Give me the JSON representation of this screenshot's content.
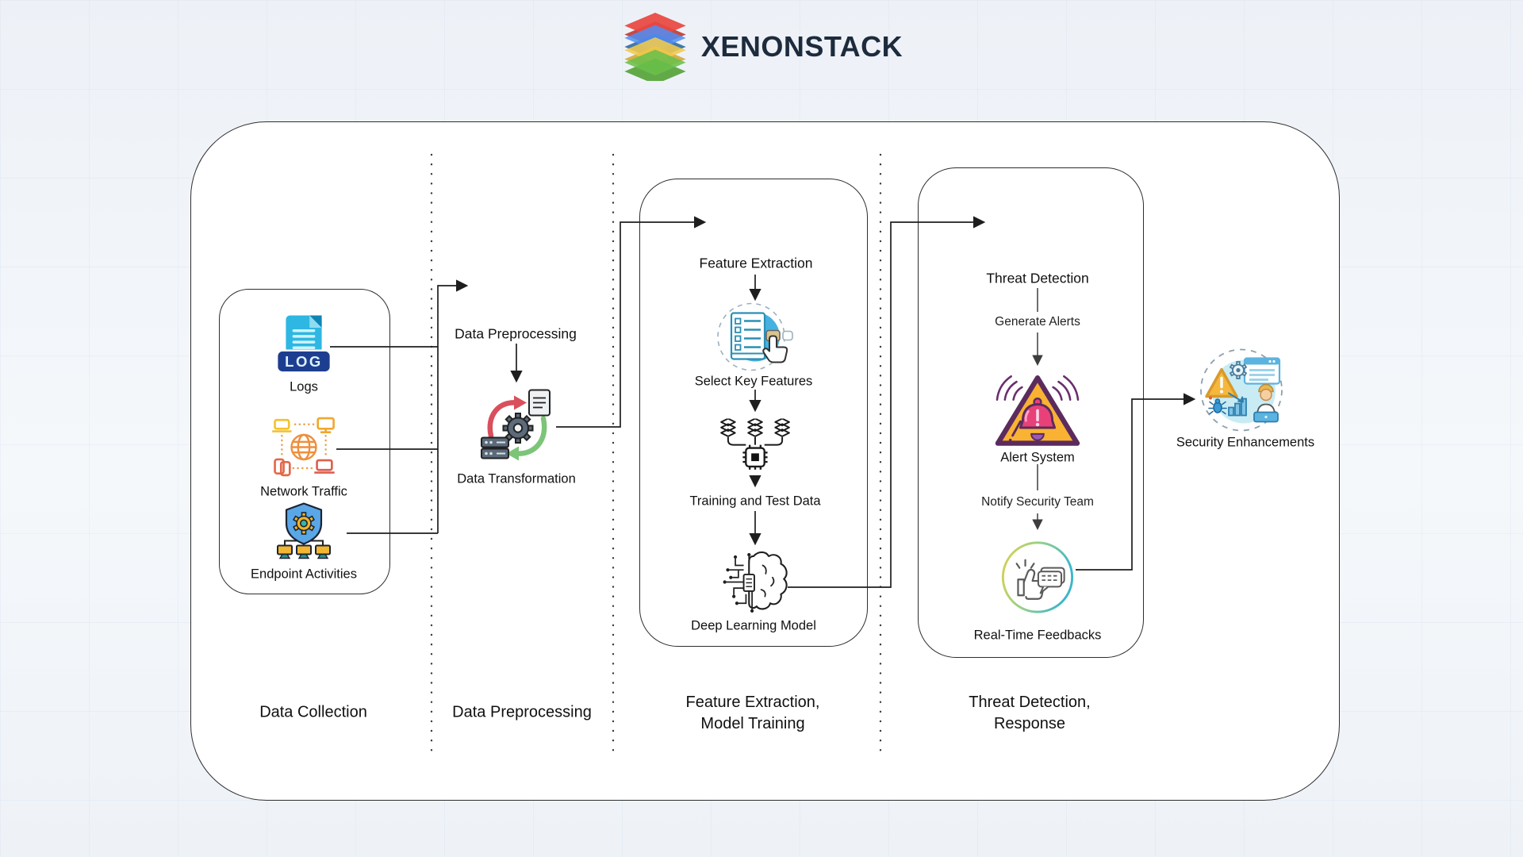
{
  "logo": {
    "brand": "XENONSTACK"
  },
  "diagram": {
    "data_collection": {
      "section_title": "Data Collection",
      "logs_label": "Logs",
      "log_badge": "LOG",
      "network_traffic_label": "Network Traffic",
      "endpoint_activities_label": "Endpoint Activities"
    },
    "data_preprocessing": {
      "section_title": "Data Preprocessing",
      "step_label": "Data Preprocessing",
      "data_transformation_label": "Data Transformation"
    },
    "feature_extraction": {
      "section_title_lines": [
        "Feature Extraction,",
        "Model Training"
      ],
      "feature_extraction_label": "Feature Extraction",
      "select_key_features_label": "Select Key Features",
      "training_test_data_label": "Training and Test Data",
      "deep_learning_model_label": "Deep Learning Model"
    },
    "threat_detection": {
      "section_title_lines": [
        "Threat Detection,",
        "Response"
      ],
      "threat_detection_label": "Threat Detection",
      "generate_alerts_label": "Generate Alerts",
      "alert_system_label": "Alert System",
      "notify_security_team_label": "Notify Security Team",
      "real_time_feedbacks_label": "Real-Time Feedbacks"
    },
    "output": {
      "security_enhancements_label": "Security Enhancements"
    }
  },
  "colors": {
    "line": "#222222",
    "log_blue": "#2eb7e3",
    "badge_navy": "#1d3e90",
    "alert_yellow": "#f9b232",
    "alert_purple": "#5b2b5e",
    "bell_pink": "#e8417a",
    "brand_navy": "#1d2b3d"
  }
}
